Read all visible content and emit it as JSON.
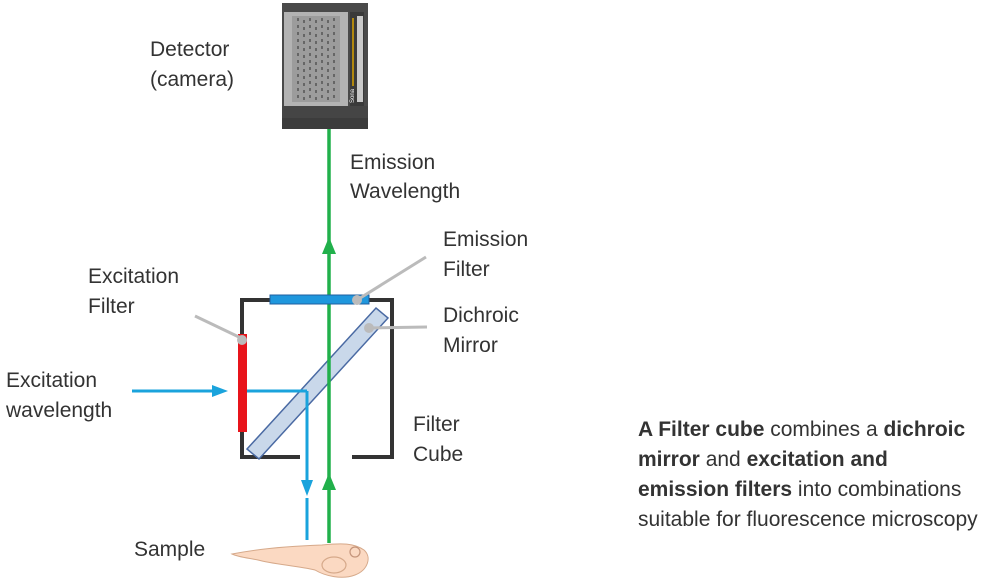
{
  "labels": {
    "detector_line1": "Detector",
    "detector_line2": "(camera)",
    "emission_wl_line1": "Emission",
    "emission_wl_line2": "Wavelength",
    "emission_filter_line1": "Emission",
    "emission_filter_line2": "Filter",
    "excitation_filter_line1": "Excitation",
    "excitation_filter_line2": "Filter",
    "dichroic_line1": "Dichroic",
    "dichroic_line2": "Mirror",
    "excitation_wl_line1": "Excitation",
    "excitation_wl_line2": "wavelength",
    "filter_cube_line1": "Filter",
    "filter_cube_line2": "Cube",
    "sample": "Sample",
    "camera_brand": "Sona"
  },
  "caption": {
    "p1": "A Filter cube",
    "p2": " combines a ",
    "p3": "dichroic mirror",
    "p4": " and ",
    "p5": "excitation and emission filters",
    "p6": " into combinations suitable for fluorescence microscopy"
  },
  "colors": {
    "excitation": "#1aa3dc",
    "emission": "#21b04b",
    "excitation_filter": "#e8141b",
    "emission_filter": "#1f97dd",
    "cube": "#333333",
    "sample": "#fbd9c2",
    "mirror": "#c9d8ea",
    "leader": "#bbbbbb"
  }
}
